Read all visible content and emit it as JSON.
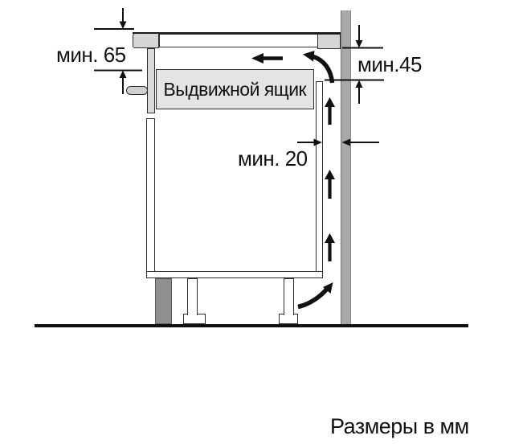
{
  "diagram": {
    "labels": {
      "min_top_clearance": "мин. 65",
      "min_rear_outlet": "мин.45",
      "min_wall_gap": "мин. 20",
      "drawer": "Выдвижной ящик",
      "caption": "Размеры в мм"
    },
    "colors": {
      "wall": "#a8a8a8",
      "plinth": "#8f8f8f",
      "worktop": "#d6d6d6",
      "facade": "#dadada",
      "handle": "#d0d0d0",
      "drawer_fill": "#e4e4e4",
      "line": "#1a1a1a",
      "background": "#ffffff"
    }
  }
}
